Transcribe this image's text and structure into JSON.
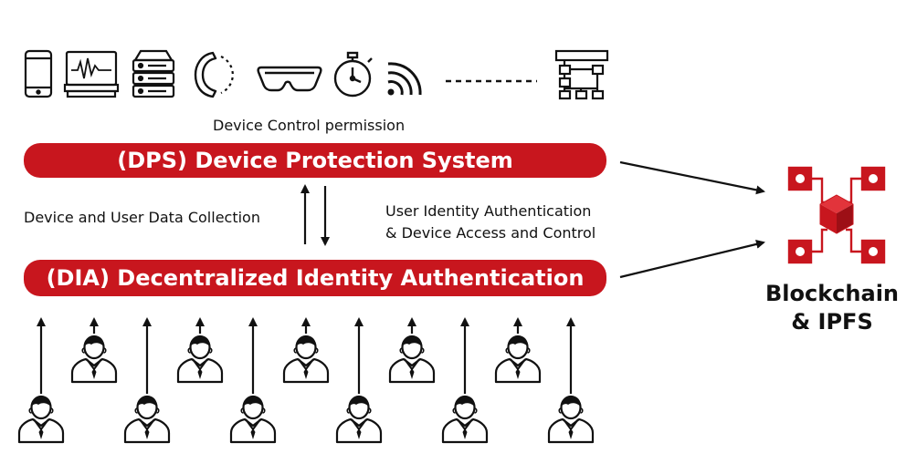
{
  "colors": {
    "accent": "#c8161e",
    "ink": "#111111",
    "background": "#ffffff"
  },
  "device_icons": [
    "smartphone-icon",
    "monitor-icon",
    "server-icon",
    "phone-call-icon",
    "vr-headset-icon",
    "stopwatch-icon",
    "wireless-signal-icon",
    "network-hierarchy-icon"
  ],
  "labels": {
    "device_control": "Device Control permission",
    "data_collection": "Device and User Data Collection",
    "identity_auth_line1": "User Identity Authentication",
    "identity_auth_line2": "& Device Access and Control"
  },
  "bars": {
    "dps": "(DPS)  Device Protection System",
    "dia": "(DIA) Decentralized Identity Authentication"
  },
  "blockchain": {
    "line1": "Blockchain",
    "line2": "& IPFS",
    "icon": "blockchain-cube-icon"
  },
  "users": {
    "count": 11,
    "icon": "user-person-icon"
  }
}
